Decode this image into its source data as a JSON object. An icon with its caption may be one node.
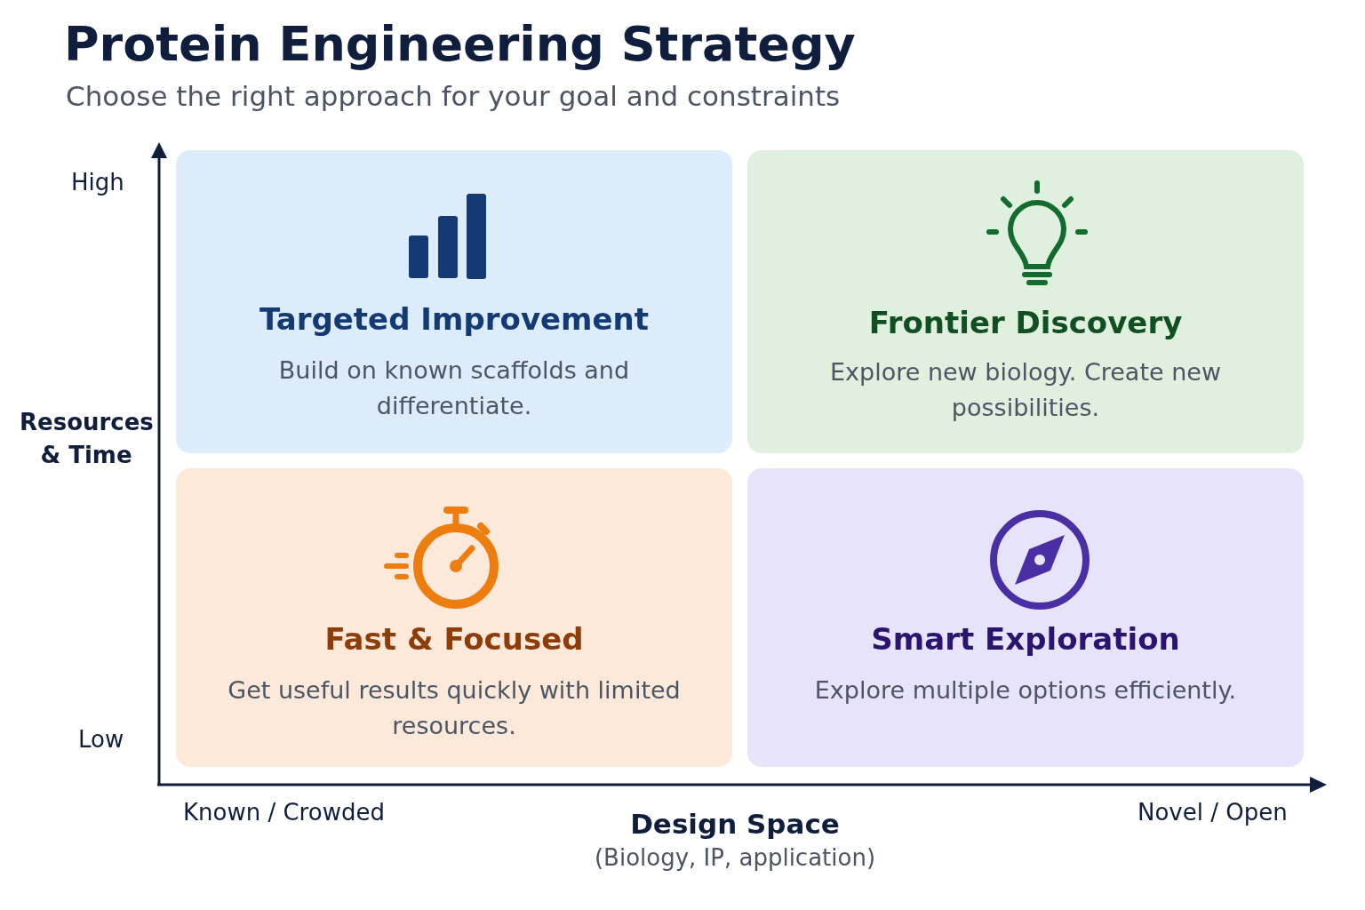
{
  "diagram": {
    "title": "Protein Engineering Strategy",
    "nodes": [
      {
        "text": [
          "Targeted Improvement",
          "Build on known scaffolds and differentiate."
        ]
      },
      {
        "text": [
          "Frontier Discovery",
          "Explore new biology. Create new possibilities."
        ]
      },
      {
        "text": [
          "Fast & Focused",
          "Get useful results quickly with limited resources."
        ]
      },
      {
        "text": [
          "Smart Exploration",
          "Explore multiple options efficiently."
        ]
      }
    ],
    "edges": [],
    "labels": [
      "Choose the right approach for your goal and constraints",
      "High",
      "Resources & Time",
      "Low",
      "Known / Crowded",
      "Design Space",
      "(Biology, IP, application)",
      "Novel / Open"
    ]
  }
}
